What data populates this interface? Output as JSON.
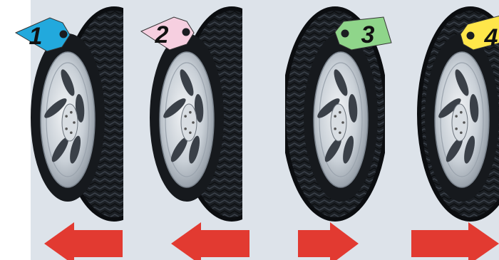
{
  "panels": [
    {
      "label": "1",
      "tag_color": "#22a9dd",
      "arrow": "left-long"
    },
    {
      "label": "2",
      "tag_color": "#f6cfe0",
      "arrow": "left-long"
    },
    {
      "label": "3",
      "tag_color": "#8fd58a",
      "arrow": "right-short"
    },
    {
      "label": "4",
      "tag_color": "#ffe64a",
      "arrow": "right-long"
    }
  ],
  "colors": {
    "background": "#dde3ea",
    "tire": "#16191d",
    "rim": "#c7ced6",
    "arrow": "#e23a31"
  }
}
